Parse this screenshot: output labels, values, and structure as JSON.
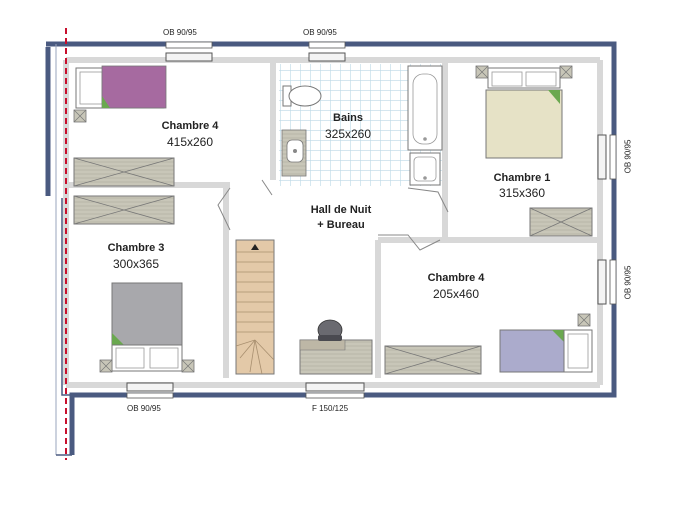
{
  "rooms": {
    "chambre4_top": {
      "name": "Chambre 4",
      "dims": "415x260"
    },
    "bains": {
      "name": "Bains",
      "dims": "325x260"
    },
    "chambre1": {
      "name": "Chambre 1",
      "dims": "315x360"
    },
    "hall": {
      "name": "Hall de Nuit",
      "name2": "+ Bureau"
    },
    "chambre3": {
      "name": "Chambre 3",
      "dims": "300x365"
    },
    "chambre4_bottom": {
      "name": "Chambre 4",
      "dims": "205x460"
    }
  },
  "windows": {
    "top_left": "OB 90/95",
    "top_mid": "OB 90/95",
    "right_upper": "OB 90/95",
    "right_lower": "OB 90/95",
    "bottom_left": "OB 90/95",
    "bottom_mid": "F 150/125"
  },
  "colors": {
    "outer_wall": "#4a5a80",
    "inner_wall": "#d8d8d8",
    "bed_purple": "#a66aa0",
    "bed_cream": "#e6e2c6",
    "bed_gray": "#a8a8ac",
    "bed_lavender": "#ababcc",
    "wardrobe": "#c8c6b8",
    "stairs": "#e3c9a8",
    "desk": "#bdb7a6",
    "tiles": "#bcd8e6",
    "cut_line": "#c8102e"
  }
}
